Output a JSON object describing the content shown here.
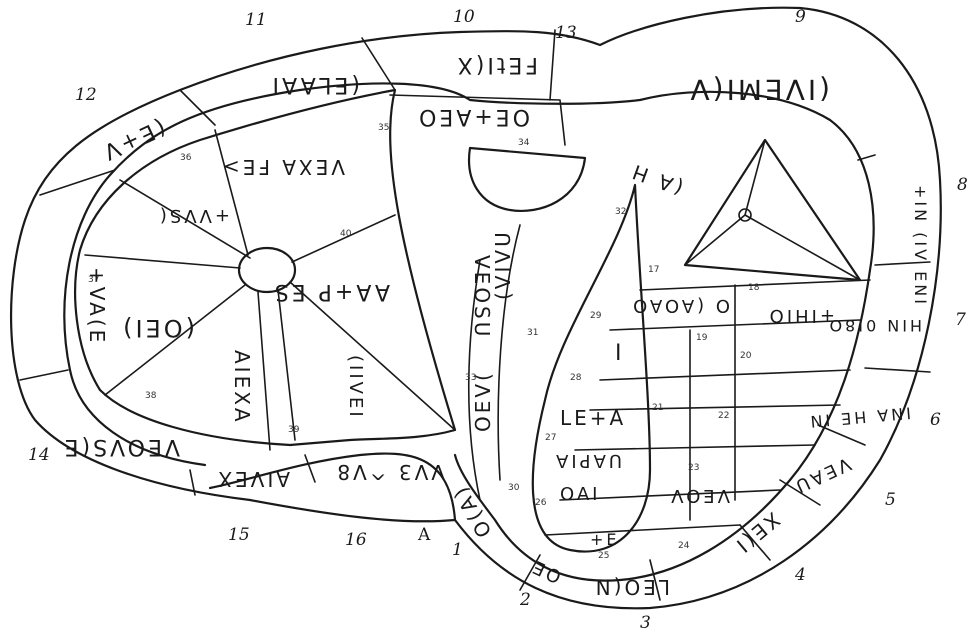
{
  "outer_numbers": [
    "1",
    "2",
    "3",
    "4",
    "5",
    "6",
    "7",
    "8",
    "9",
    "10",
    "11",
    "12",
    "13",
    "14",
    "15",
    "16"
  ],
  "border_letters": [
    "A"
  ],
  "inner_numbers": [
    "17",
    "18",
    "19",
    "20",
    "21",
    "22",
    "23",
    "24",
    "25",
    "26",
    "27",
    "28",
    "29",
    "30",
    "31",
    "32",
    "33",
    "34",
    "35",
    "36",
    "37",
    "38",
    "39",
    "40"
  ],
  "inscriptions": {
    "band_9": "(IVEMI(V",
    "band_10": "FEtI(X",
    "band_11": "(ELAAI",
    "band_12": "(E+V",
    "band_13": "+VA(E",
    "band_14": "VEOVS(E",
    "band_15": "AIVEX",
    "band_16": "VV3 ^V8",
    "band_8": "+IN (IV ENI",
    "band_7": "HIN 0I8O",
    "band_6": "INA HE IN",
    "band_5": "VEAU",
    "band_4": "XE(I",
    "band_3": "LEO(N",
    "band_2": "OE",
    "band_1": "O(A)",
    "field_35": "OE+AEO",
    "field_36": "VEXA FE>",
    "field_37": "(OEI)",
    "field_38": "AIEXA",
    "field_39": "(IIVEI",
    "field_40": "AA+P ES",
    "field_26v": "+VVS(",
    "column_33": "VEOSU",
    "column_31": "(VIVU",
    "column_30": "OEV(",
    "row_24": "O (AOAO",
    "row_22": "I",
    "row_21": "LE+A",
    "row_27": "UAPIA",
    "row_26": "OAI",
    "row_25": "+E",
    "row_18": "+IHIO",
    "row_23": "VEOV",
    "triangle_text": "(A H",
    "circle_mark": "⊙"
  }
}
